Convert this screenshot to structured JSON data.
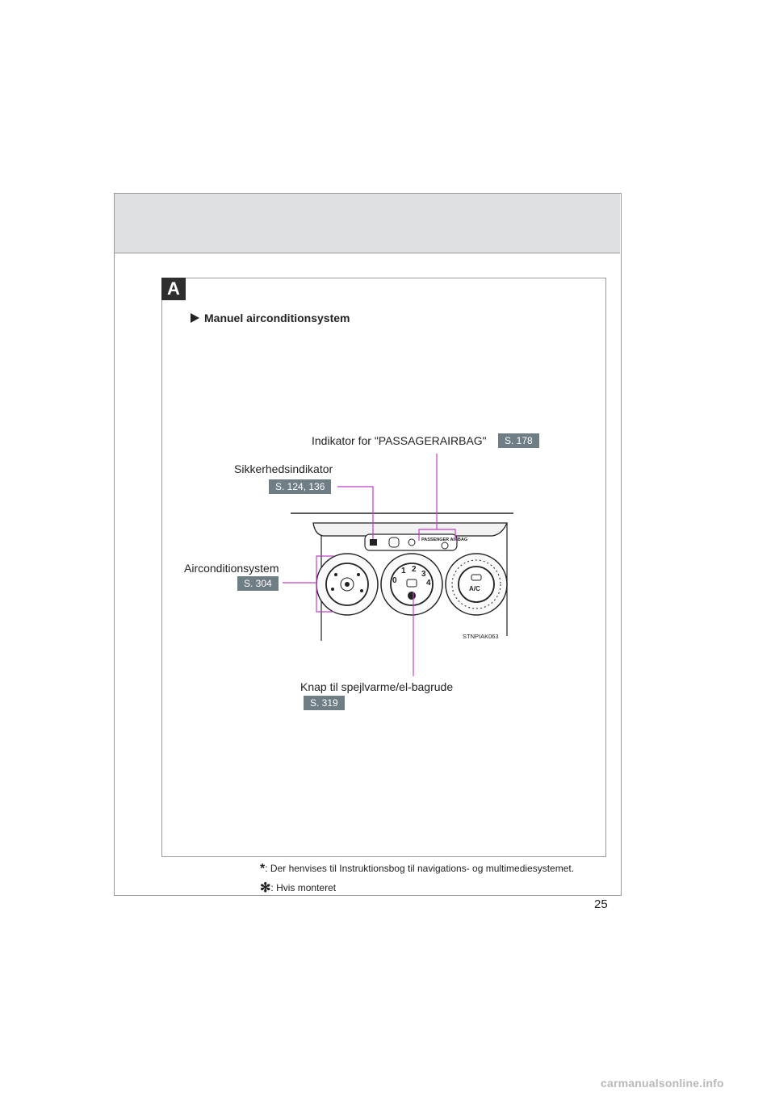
{
  "section": {
    "letter": "A",
    "title": "Manuel airconditionsystem"
  },
  "callouts": {
    "passenger_airbag": {
      "label": "Indikator for \"PASSAGERAIRBAG\"",
      "ref": "S. 178"
    },
    "security": {
      "label": "Sikkerhedsindikator",
      "ref": "S. 124, 136"
    },
    "aircon": {
      "label": "Airconditionsystem",
      "ref": "S. 304"
    },
    "defogger": {
      "label": "Knap til spejlvarme/el-bagrude",
      "ref": "S. 319"
    }
  },
  "figure": {
    "code": "STNPIAK063",
    "panel_text": "PASSENGER  AIRBAG",
    "fan_speeds": [
      "0",
      "1",
      "2",
      "3",
      "4"
    ],
    "ac_label": "A/C"
  },
  "footnotes": [
    {
      "symbol": "*",
      "text": ": Der henvises til Instruktionsbog til navigations- og multimediesystemet."
    },
    {
      "symbol": "✻",
      "text": ": Hvis monteret"
    }
  ],
  "page_number": "25",
  "watermark": "carmanualsonline.info",
  "colors": {
    "leader": "#c040c8",
    "ref_badge": "#6f7d84",
    "header_band": "#dfe0e1"
  }
}
